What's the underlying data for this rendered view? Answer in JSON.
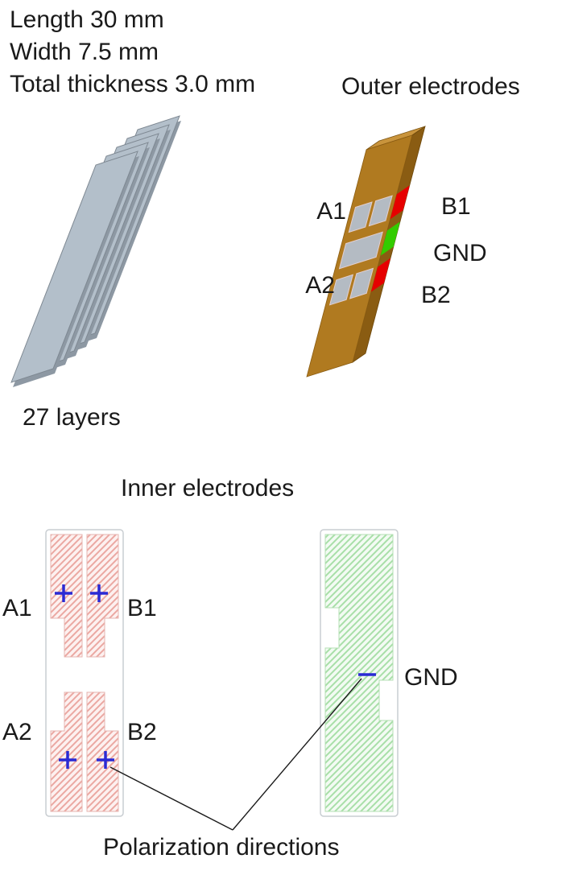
{
  "specs": {
    "length": "Length 30 mm",
    "width": "Width 7.5 mm",
    "thickness": "Total thickness 3.0 mm",
    "layers": "27 layers"
  },
  "outer": {
    "title": "Outer electrodes",
    "labels": {
      "a1": "A1",
      "b1": "B1",
      "gnd": "GND",
      "a2": "A2",
      "b2": "B2"
    }
  },
  "inner": {
    "title": "Inner electrodes",
    "labels": {
      "a1": "A1",
      "b1": "B1",
      "a2": "A2",
      "b2": "B2",
      "gnd": "GND"
    }
  },
  "polarization": {
    "label": "Polarization directions"
  },
  "colors": {
    "bar_front": "#b07a20",
    "bar_top": "#c9943c",
    "bar_side": "#8a5c12",
    "electrode_gray": "#b4bbc3",
    "terminal_red": "#e60000",
    "terminal_green": "#33cc00",
    "layer_face": "#b3bfca",
    "layer_edge": "#8d98a3",
    "hatch_pink": "#eba8a2",
    "hatch_green": "#a8dfa8",
    "polarization_blue": "#2a2ad4",
    "outline_gray": "#c9ced2"
  }
}
